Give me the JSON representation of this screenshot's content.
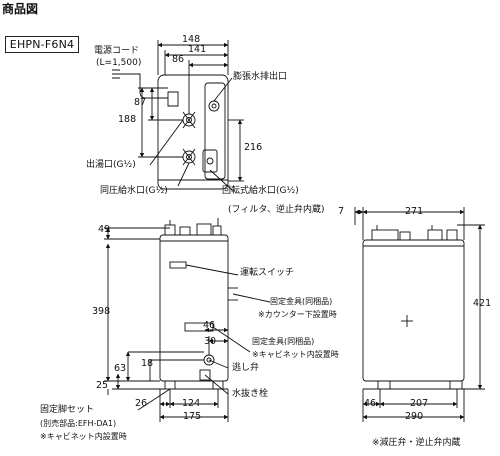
{
  "header": {
    "title": "商品図"
  },
  "model": "EHPN-F6N4",
  "top_view": {
    "dims": {
      "w148": "148",
      "w141": "141",
      "w86": "86",
      "h87": "87",
      "h188": "188",
      "h216": "216"
    },
    "labels": {
      "power_cord": "電源コード",
      "cord_len": "(L=1,500)",
      "expansion_drain": "膨張水排出口",
      "hot_outlet": "出湯口(G½)",
      "same_pressure_inlet": "同圧給水口(G½)",
      "rotary_inlet": "回転式給水口(G½)",
      "rotary_inlet_note": "(フィルタ、逆止弁内蔵)"
    }
  },
  "front_view": {
    "dims": {
      "h49": "49",
      "h398": "398",
      "w46": "46",
      "w30": "30",
      "h63": "63",
      "h18": "18",
      "h25": "25",
      "w26": "26",
      "w124": "124",
      "w175": "175"
    },
    "labels": {
      "run_switch": "運転スイッチ",
      "fixing_bracket_1": "固定金具(同梱品)",
      "counter_note": "※カウンター下設置時",
      "fixing_bracket_2": "固定金具(同梱品)",
      "cabinet_note": "※キャビネット内設置時",
      "relief_valve": "逃し弁",
      "drain_plug": "水抜き栓",
      "fixed_leg_set": "固定脚セット",
      "leg_option": "(別売部品:EFH-DA1)",
      "leg_cabinet_note": "※キャビネット内設置時"
    }
  },
  "side_view": {
    "dims": {
      "w7": "7",
      "w271": "271",
      "h421": "421",
      "w46": "46",
      "w207": "207",
      "w290": "290"
    },
    "labels": {
      "footnote": "※減圧弁・逆止弁内蔵"
    }
  }
}
